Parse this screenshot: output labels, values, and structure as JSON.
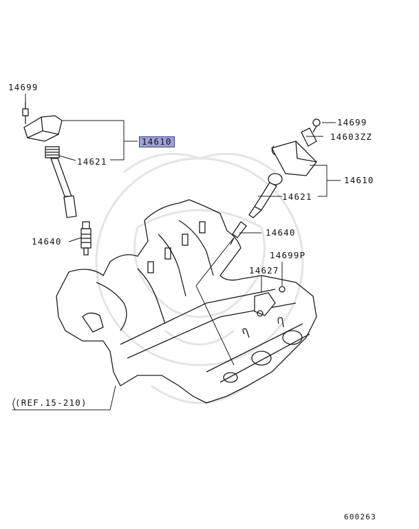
{
  "labels": {
    "part_14699_left": "14699",
    "part_14610_left": "14610",
    "part_14621_left": "14621",
    "part_14640_left": "14640",
    "part_14699_right": "14699",
    "part_14603zz": "14603ZZ",
    "part_14610_right": "14610",
    "part_14621_right": "14621",
    "part_14640_right": "14640",
    "part_14699p": "14699P",
    "part_14627": "14627",
    "ref": "(REF.15-210)",
    "diagram_id": "600263"
  },
  "colors": {
    "line": "#1a1a1a",
    "highlight": "#9da2d6",
    "watermark": "#e4e4e4"
  }
}
